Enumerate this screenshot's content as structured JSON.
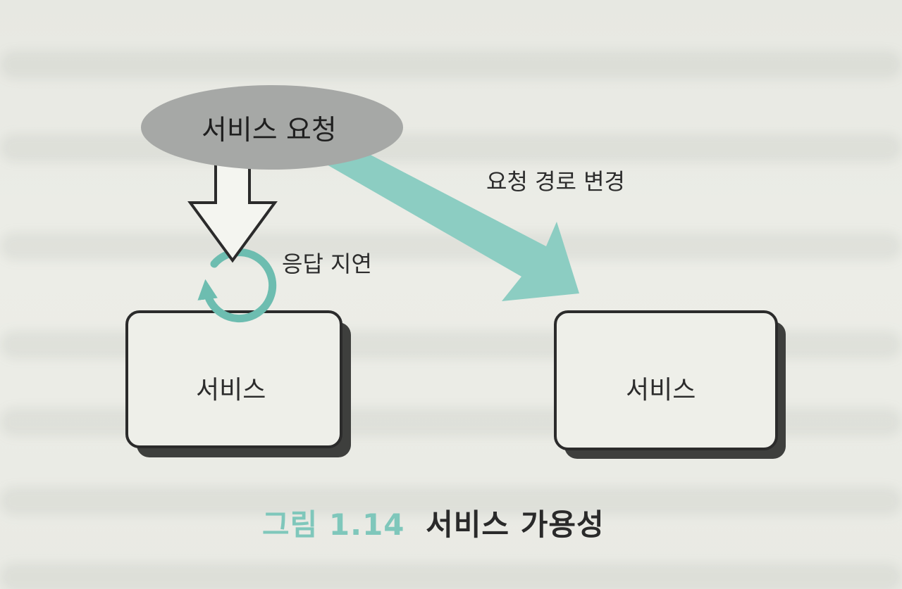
{
  "diagram": {
    "request_label": "서비스 요청",
    "reroute_label": "요청 경로 변경",
    "delay_label": "응답 지연",
    "left_service_label": "서비스",
    "right_service_label": "서비스"
  },
  "caption": {
    "figure_number": "그림 1.14",
    "title": "서비스 가용성"
  },
  "colors": {
    "request_ellipse": "#a6a8a6",
    "reroute_arrow": "#8ccdc2",
    "delay_circle": "#6dbdb0",
    "caption_number": "#7fc7bb",
    "caption_title": "#2a2a2a",
    "box_shadow": "#3e3f3d"
  }
}
